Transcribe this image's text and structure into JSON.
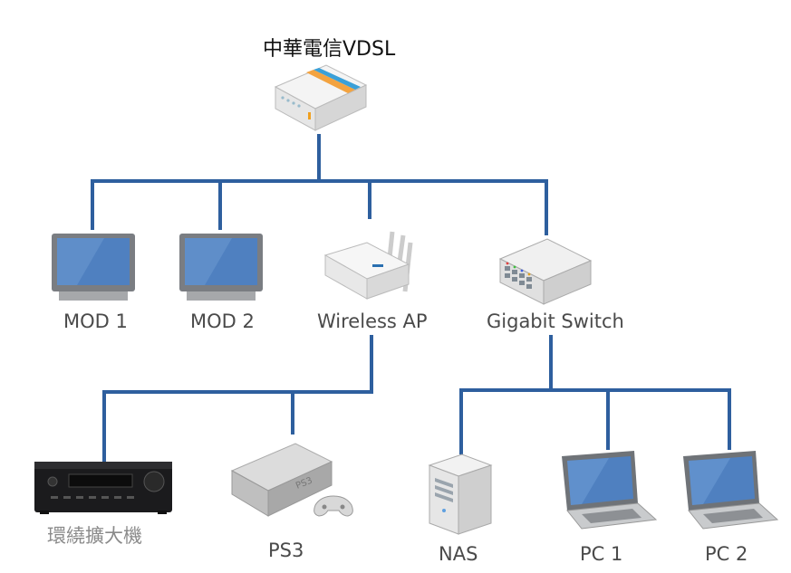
{
  "modem": {
    "label": "中華電信VDSL",
    "icon": "vdsl-modem-icon"
  },
  "mod1": {
    "label": "MOD 1",
    "icon": "tv-monitor-icon"
  },
  "mod2": {
    "label": "MOD 2",
    "icon": "tv-monitor-icon"
  },
  "ap": {
    "label": "Wireless AP",
    "icon": "wireless-router-icon"
  },
  "switch": {
    "label": "Gigabit Switch",
    "icon": "network-switch-icon"
  },
  "receiver": {
    "label": "環繞擴大機",
    "icon": "av-receiver-icon"
  },
  "ps3": {
    "label": "PS3",
    "icon": "game-console-icon"
  },
  "nas": {
    "label": "NAS",
    "icon": "server-tower-icon"
  },
  "pc1": {
    "label": "PC 1",
    "icon": "laptop-icon"
  },
  "pc2": {
    "label": "PC 2",
    "icon": "laptop-icon"
  },
  "colors": {
    "wire": "#2e5f9e",
    "screen": "#4f80c0"
  }
}
